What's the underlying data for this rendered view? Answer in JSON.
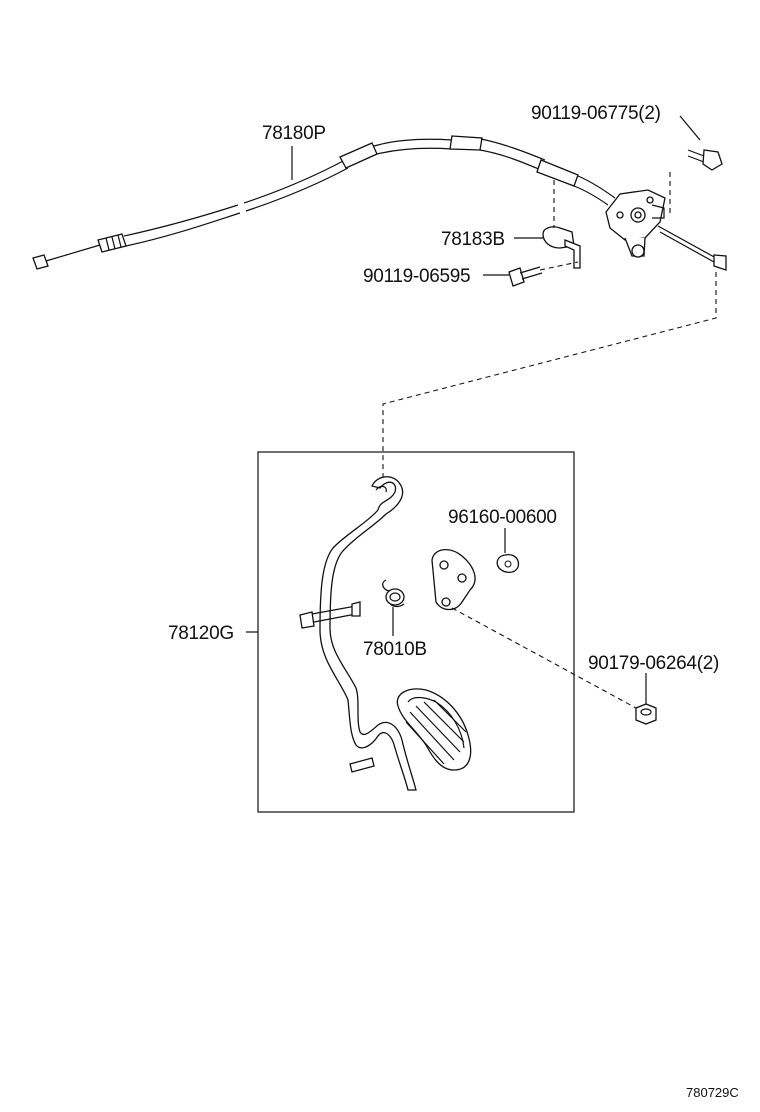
{
  "labels": {
    "cable": "78180P",
    "bolt_top": "90119-06775(2)",
    "clamp": "78183B",
    "bolt_clamp": "90119-06595",
    "ring": "96160-00600",
    "pedal_assy": "78120G",
    "spring": "78010B",
    "nut": "90179-06264(2)"
  },
  "reference_code": "780729C"
}
